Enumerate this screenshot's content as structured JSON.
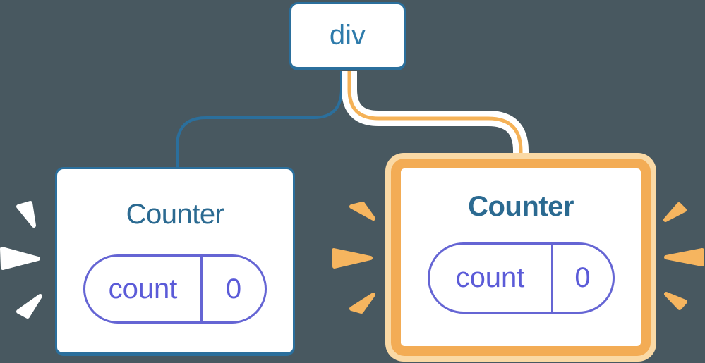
{
  "diagram": {
    "description": "React component tree: a div root with two Counter children; the right Counter is highlighted as re-rendered/new, with spark bursts around both counters",
    "root_node": {
      "label": "div"
    },
    "left_counter": {
      "title": "Counter",
      "state": {
        "key": "count",
        "value": "0"
      },
      "highlighted": false
    },
    "right_counter": {
      "title": "Counter",
      "state": {
        "key": "count",
        "value": "0"
      },
      "highlighted": true
    }
  },
  "palette": {
    "bg": "#485860",
    "blue_border": "#2B6F9C",
    "blue_text": "#2E7BAB",
    "teal_text": "#2B6A91",
    "purple_border": "#6565D4",
    "purple_text": "#5B5BD8",
    "orange_line": "#F5B257",
    "orange_ring": "#F3AC55",
    "peach": "#FAD9A5",
    "burst_orange": "#F6B55F",
    "white": "#FFFFFF"
  }
}
